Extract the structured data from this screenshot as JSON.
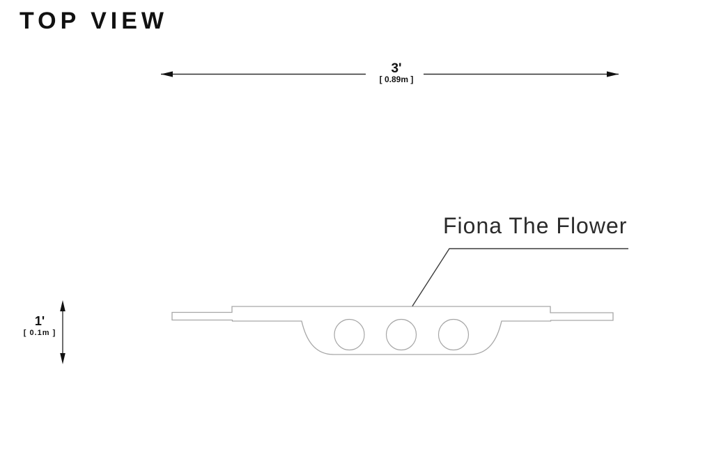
{
  "title": "TOP VIEW",
  "dimensions": {
    "width": {
      "imperial": "3'",
      "metric": "[ 0.89m ]"
    },
    "height": {
      "imperial": "1'",
      "metric": "[  0.1m ]"
    }
  },
  "part": {
    "label": "Fiona The Flower",
    "hole_count": 3
  },
  "colors": {
    "background": "#ffffff",
    "ink": "#111111",
    "outline": "#a6a6a6",
    "leader": "#3c3c3c"
  }
}
